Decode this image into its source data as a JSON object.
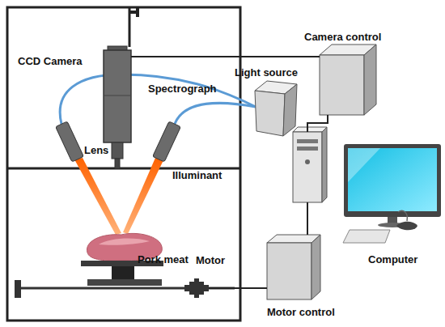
{
  "diagram": {
    "nodes": [
      {
        "text": [
          "Camera control"
        ]
      },
      {
        "text": [
          "CCD Camera"
        ]
      },
      {
        "text": [
          "Light source"
        ]
      },
      {
        "text": [
          "Computer"
        ]
      },
      {
        "text": [
          "Motor"
        ]
      },
      {
        "text": [
          "Motor control"
        ]
      }
    ],
    "edges": [
      {
        "from": 1,
        "to": 0,
        "arrow": "none"
      },
      {
        "from": 0,
        "to": 3,
        "arrow": "none"
      },
      {
        "from": 3,
        "to": 5,
        "arrow": "none"
      },
      {
        "from": 5,
        "to": 4,
        "arrow": "none"
      }
    ],
    "labels": [
      "Spectrograph",
      "Lens",
      "Illuminant",
      "Pork meat"
    ]
  }
}
